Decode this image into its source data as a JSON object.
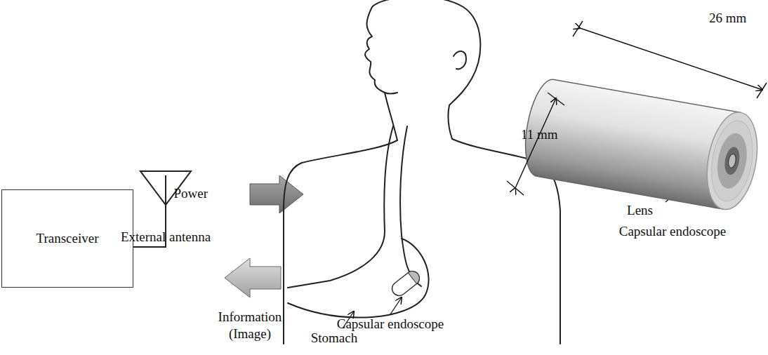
{
  "diagram": {
    "nodes": [
      {
        "text": [
          "Transceiver"
        ]
      }
    ],
    "labels": [
      "External antenna",
      "Power",
      "Information (Image)",
      "Stomach",
      "Capsular endoscope",
      "11 mm",
      "26 mm",
      "Lens",
      "Capsular endoscope"
    ]
  }
}
